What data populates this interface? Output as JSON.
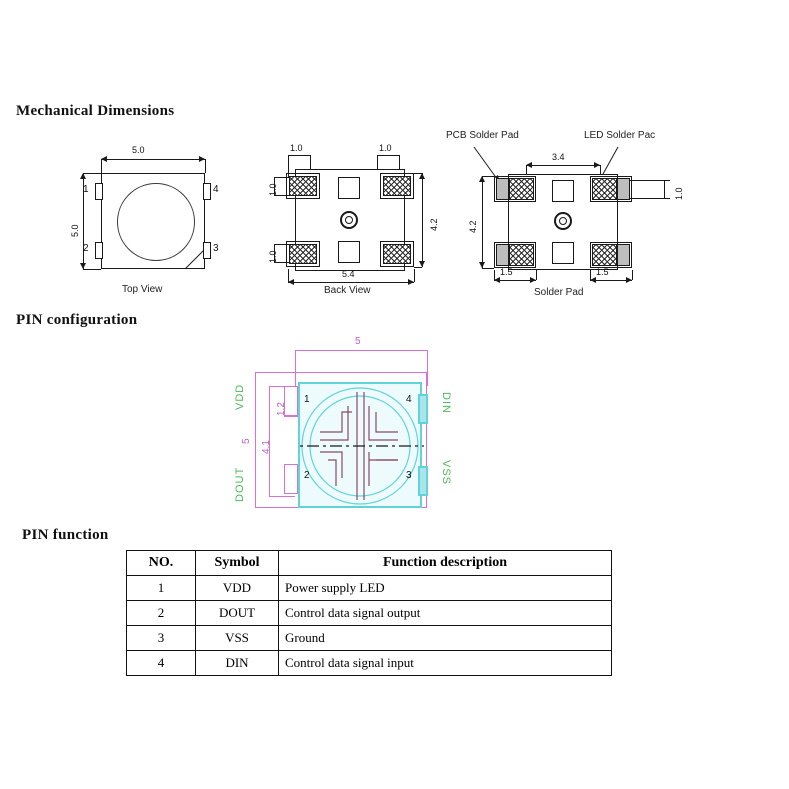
{
  "sections": {
    "mechanical": "Mechanical  Dimensions",
    "pin_config": "PIN  configuration",
    "pin_function": "PIN function"
  },
  "colors": {
    "line": "#1a1a1a",
    "magenta": "#d96fd9",
    "cyan": "#63d3da",
    "green": "#4cbb5a",
    "pad_gray": "#bdbdbd"
  },
  "top_view": {
    "caption": "Top View",
    "dim_width": "5.0",
    "dim_height": "5.0",
    "pins": [
      "1",
      "2",
      "3",
      "4"
    ]
  },
  "back_view": {
    "caption": "Back View",
    "dim_width": "5.4",
    "dim_height": "4.2",
    "pad_w_tl": "1.0",
    "pad_w_tr": "1.0",
    "pad_h_tl": "1.0",
    "pad_h_bl": "1.0"
  },
  "solder_pad": {
    "caption": "Solder Pad",
    "label_pcb": "PCB Solder Pad",
    "label_led": "LED Solder Pac",
    "dim_top": "3.4",
    "dim_left": "4.2",
    "dim_bottom_left": "1.5",
    "dim_bottom_right": "1.5",
    "dim_right": "1.0"
  },
  "pin_config": {
    "dim_top": "5",
    "dim_left_outer": "5",
    "dim_inner_small": "1.2",
    "dim_inner_tall": "4.1",
    "label_vdd": "VDD",
    "label_dout": "DOUT",
    "label_din": "DIN",
    "label_vss": "VSS",
    "pins": [
      "1",
      "2",
      "3",
      "4"
    ]
  },
  "table": {
    "headers": [
      "NO.",
      "Symbol",
      "Function description"
    ],
    "rows": [
      {
        "no": "1",
        "symbol": "VDD",
        "desc": "Power supply LED"
      },
      {
        "no": "2",
        "symbol": "DOUT",
        "desc": "Control data signal output"
      },
      {
        "no": "3",
        "symbol": "VSS",
        "desc": "Ground"
      },
      {
        "no": "4",
        "symbol": "DIN",
        "desc": "Control data signal input"
      }
    ]
  }
}
